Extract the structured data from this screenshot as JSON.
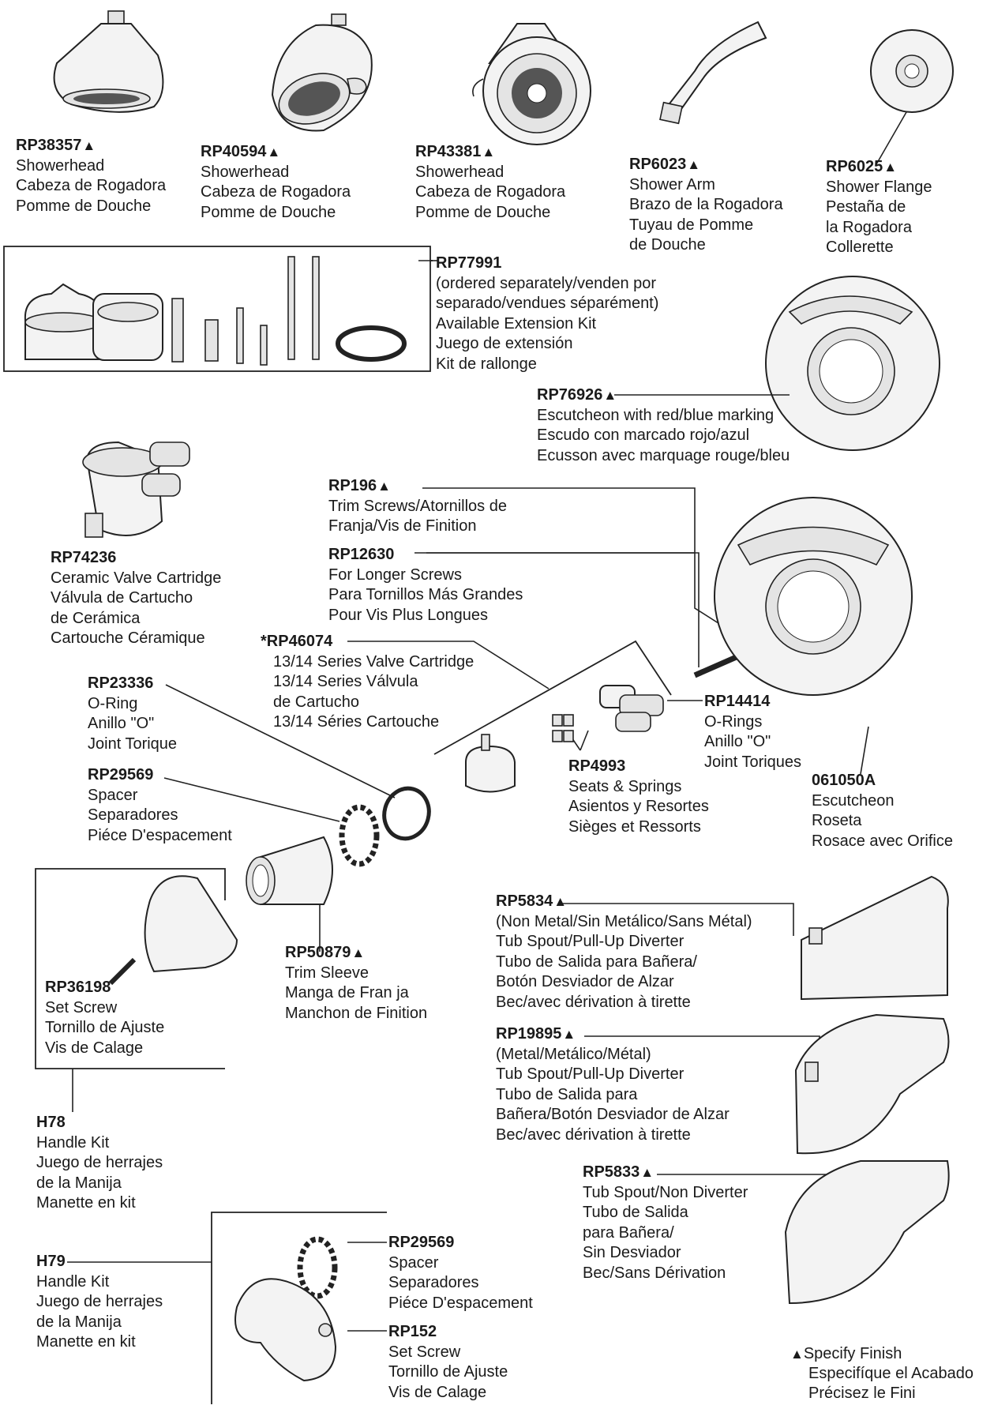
{
  "finish_symbol": "▲",
  "parts": {
    "rp38357": {
      "code": "RP38357",
      "lines": [
        "Showerhead",
        "Cabeza de Rogadora",
        "Pomme de Douche"
      ]
    },
    "rp40594": {
      "code": "RP40594",
      "lines": [
        "Showerhead",
        "Cabeza de Rogadora",
        "Pomme de Douche"
      ]
    },
    "rp43381": {
      "code": "RP43381",
      "lines": [
        "Showerhead",
        "Cabeza de Rogadora",
        "Pomme de Douche"
      ]
    },
    "rp6023": {
      "code": "RP6023",
      "lines": [
        "Shower Arm",
        "Brazo de la Rogadora",
        "Tuyau de Pomme",
        "de Douche"
      ]
    },
    "rp6025": {
      "code": "RP6025",
      "lines": [
        "Shower Flange",
        "Pestaña de",
        "la Rogadora",
        "Collerette"
      ]
    },
    "rp77991": {
      "code": "RP77991",
      "lines": [
        "(ordered separately/venden por",
        "separado/vendues séparément)",
        "Available Extension Kit",
        "Juego de extensión",
        "Kit de rallonge"
      ]
    },
    "rp76926": {
      "code": "RP76926",
      "lines": [
        "Escutcheon with red/blue marking",
        "Escudo con marcado rojo/azul",
        "Ecusson avec marquage rouge/bleu"
      ]
    },
    "rp196": {
      "code": "RP196",
      "lines": [
        "Trim Screws/Atornillos de",
        "Franja/Vis de Finition"
      ]
    },
    "rp12630": {
      "code": "RP12630",
      "lines": [
        "For Longer Screws",
        "Para Tornillos Más Grandes",
        "Pour Vis Plus Longues"
      ]
    },
    "rp74236": {
      "code": "RP74236",
      "lines": [
        "Ceramic Valve Cartridge",
        "Válvula de Cartucho",
        "de Cerámica",
        "Cartouche Céramique"
      ]
    },
    "rp46074": {
      "code": "RP46074",
      "star": "*",
      "lines": [
        "13/14 Series Valve Cartridge",
        "13/14 Series Válvula",
        "de Cartucho",
        "13/14 Séries Cartouche"
      ]
    },
    "rp23336": {
      "code": "RP23336",
      "lines": [
        "O-Ring",
        "Anillo \"O\"",
        "Joint Torique"
      ]
    },
    "rp14414": {
      "code": "RP14414",
      "lines": [
        "O-Rings",
        "Anillo \"O\"",
        "Joint Toriques"
      ]
    },
    "rp29569a": {
      "code": "RP29569",
      "lines": [
        "Spacer",
        "Separadores",
        "Piéce D'espacement"
      ]
    },
    "rp4993": {
      "code": "RP4993",
      "lines": [
        "Seats & Springs",
        "Asientos y Resortes",
        "Sièges et Ressorts"
      ]
    },
    "e061050a": {
      "code": "061050A",
      "lines": [
        "Escutcheon",
        "Roseta",
        "Rosace avec Orifice"
      ]
    },
    "rp5834": {
      "code": "RP5834",
      "lines": [
        "(Non Metal/Sin Metálico/Sans Métal)",
        "Tub Spout/Pull-Up Diverter",
        "Tubo de Salida para Bañera/",
        "Botón Desviador de Alzar",
        "Bec/avec dérivation à tirette"
      ]
    },
    "rp50879": {
      "code": "RP50879",
      "lines": [
        "Trim Sleeve",
        "Manga de Fran ja",
        "Manchon de Finition"
      ]
    },
    "rp36198": {
      "code": "RP36198",
      "lines": [
        "Set Screw",
        "Tornillo de Ajuste",
        "Vis de Calage"
      ]
    },
    "rp19895": {
      "code": "RP19895",
      "lines": [
        "(Metal/Metálico/Métal)",
        "Tub Spout/Pull-Up Diverter",
        "Tubo de Salida para",
        "Bañera/Botón Desviador de Alzar",
        "Bec/avec dérivation à tirette"
      ]
    },
    "h78": {
      "code": "H78",
      "lines": [
        "Handle Kit",
        "Juego de herrajes",
        "de la Manija",
        "Manette en kit"
      ]
    },
    "rp5833": {
      "code": "RP5833",
      "lines": [
        "Tub Spout/Non Diverter",
        "Tubo de Salida",
        "para Bañera/",
        "Sin Desviador",
        "Bec/Sans Dérivation"
      ]
    },
    "rp29569b": {
      "code": "RP29569",
      "lines": [
        "Spacer",
        "Separadores",
        "Piéce D'espacement"
      ]
    },
    "h79": {
      "code": "H79",
      "lines": [
        "Handle Kit",
        "Juego de herrajes",
        "de la Manija",
        "Manette en kit"
      ]
    },
    "rp152": {
      "code": "RP152",
      "lines": [
        "Set Screw",
        "Tornillo de Ajuste",
        "Vis de Calage"
      ]
    }
  },
  "note": {
    "symbol": "▲",
    "lines": [
      "Specify Finish",
      "Especifíque el Acabado",
      "Précisez le Fini"
    ]
  }
}
